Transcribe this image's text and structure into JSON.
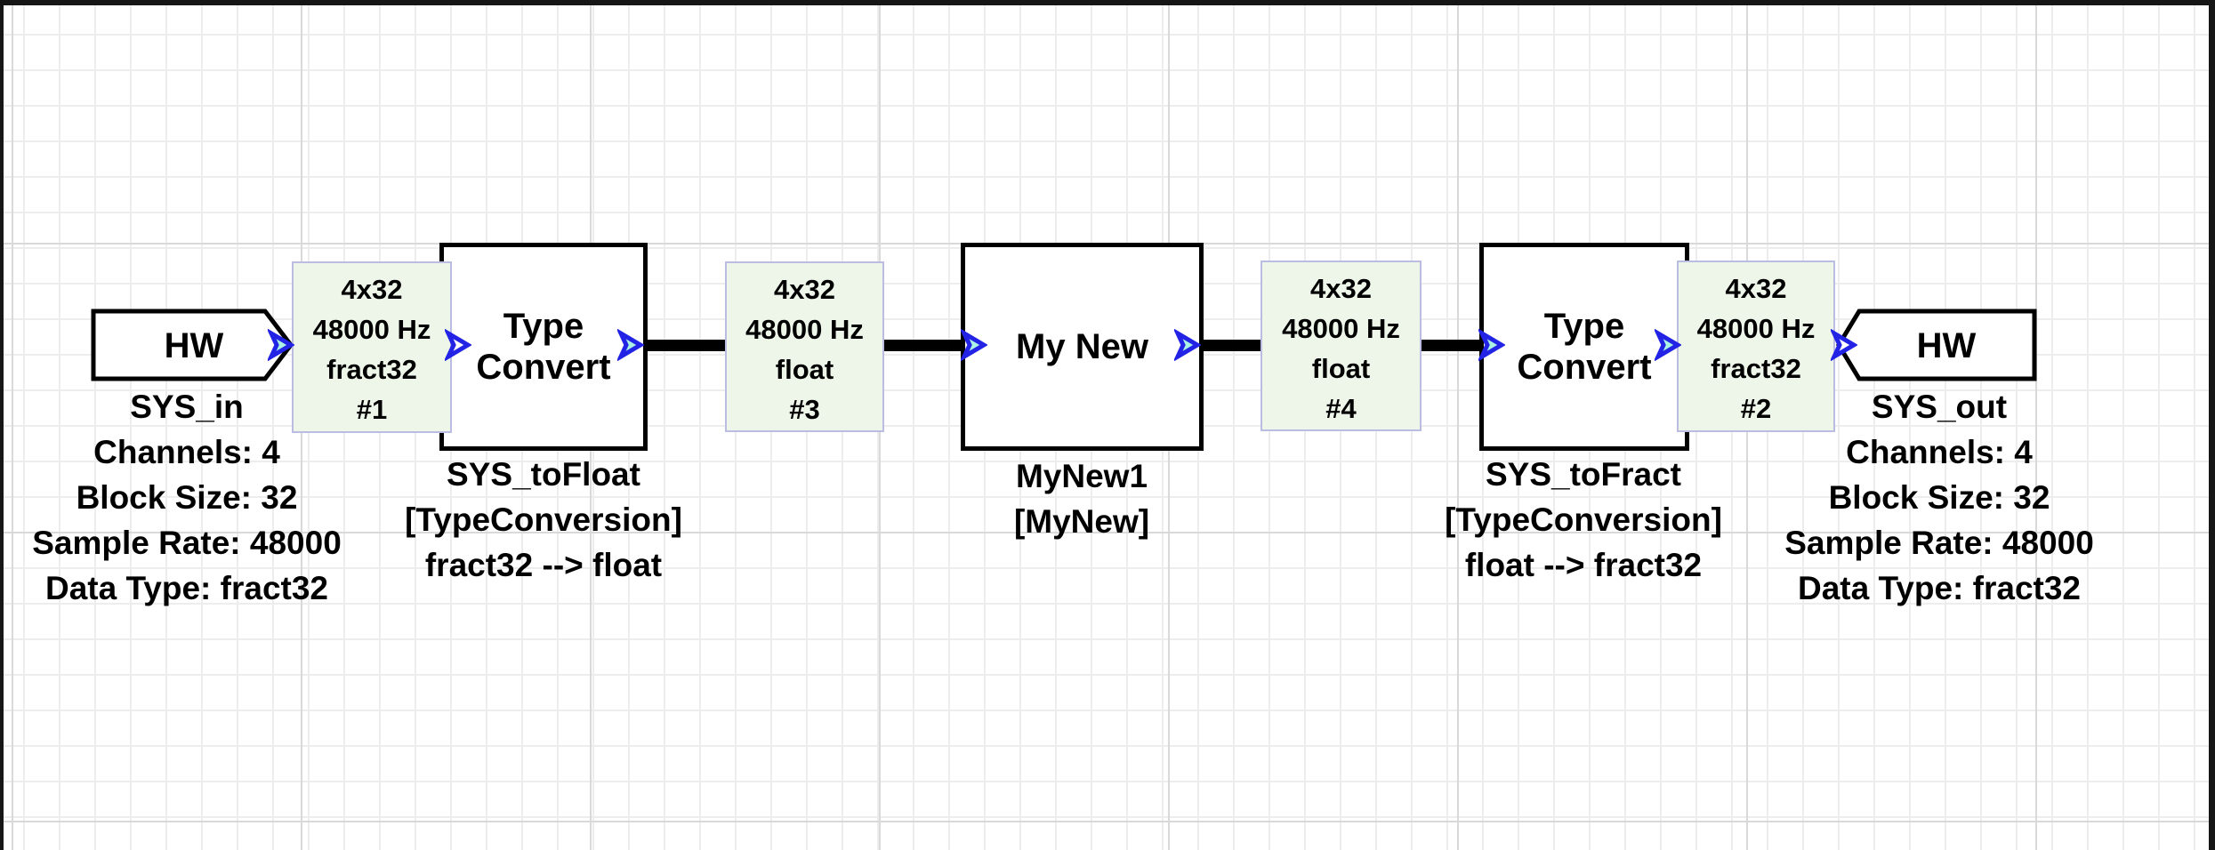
{
  "canvas": {
    "type": "signal-flow-designer-grid",
    "grid_minor_color": "#ededed",
    "grid_major_color": "#d9d9d9",
    "background_color": "#ffffff",
    "frame_color": "#161616"
  },
  "colors": {
    "wire": "#000000",
    "module_border": "#000000",
    "module_fill": "#ffffff",
    "wire_label_fill": "#eef6ea",
    "wire_label_border": "#babce1",
    "pin_fill": "#aaf2e4",
    "pin_stroke": "#2323e6",
    "text": "#000000"
  },
  "icons": {
    "output_pin": "cyan-filled-right-triangle",
    "input_pin": "hollow-right-triangle"
  },
  "blocks": {
    "hw_in": {
      "title": "HW",
      "captions": [
        "SYS_in",
        "Channels: 4",
        "Block Size: 32",
        "Sample Rate: 48000",
        "Data Type: fract32"
      ]
    },
    "type_convert_1": {
      "title_lines": [
        "Type",
        "Convert"
      ],
      "captions": [
        "SYS_toFloat",
        "[TypeConversion]",
        "fract32 --> float"
      ]
    },
    "my_new": {
      "title": "My New",
      "captions": [
        "MyNew1",
        "[MyNew]"
      ]
    },
    "type_convert_2": {
      "title_lines": [
        "Type",
        "Convert"
      ],
      "captions": [
        "SYS_toFract",
        "[TypeConversion]",
        "float --> fract32"
      ]
    },
    "hw_out": {
      "title": "HW",
      "captions": [
        "SYS_out",
        "Channels: 4",
        "Block Size: 32",
        "Sample Rate: 48000",
        "Data Type: fract32"
      ]
    }
  },
  "wire_labels": [
    {
      "lines": [
        "4x32",
        "48000 Hz",
        "fract32",
        "#1"
      ]
    },
    {
      "lines": [
        "4x32",
        "48000 Hz",
        "float",
        "#3"
      ]
    },
    {
      "lines": [
        "4x32",
        "48000 Hz",
        "float",
        "#4"
      ]
    },
    {
      "lines": [
        "4x32",
        "48000 Hz",
        "fract32",
        "#2"
      ]
    }
  ]
}
